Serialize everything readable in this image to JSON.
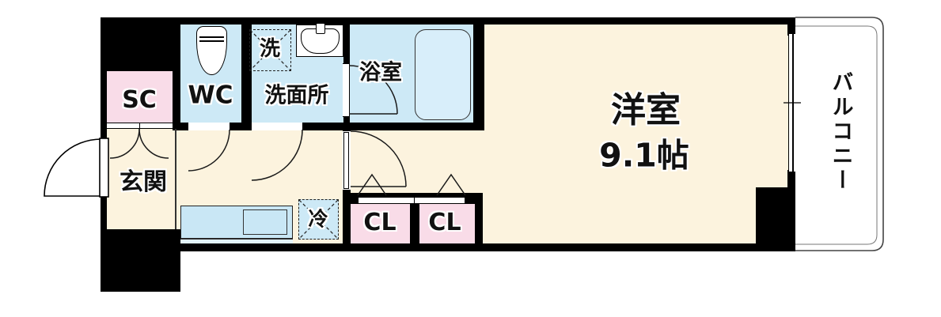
{
  "floorplan": {
    "type": "japanese-apartment-floorplan",
    "rooms": {
      "shoe_closet": {
        "label": "SC"
      },
      "toilet": {
        "label": "WC"
      },
      "washer": {
        "label": "洗"
      },
      "washroom": {
        "label": "洗面所"
      },
      "bathroom": {
        "label": "浴室"
      },
      "entrance": {
        "label": "玄関"
      },
      "refrigerator": {
        "label": "冷"
      },
      "closet1": {
        "label": "CL"
      },
      "closet2": {
        "label": "CL"
      },
      "western_room": {
        "label": "洋室",
        "size": "9.1帖"
      },
      "balcony": {
        "label": "バルコニー"
      }
    },
    "colors": {
      "room_cream": "#fcf3de",
      "wet_area_blue": "#cde9f6",
      "storage_pink": "#f9dce8",
      "wall_black": "#000000",
      "fixture_white": "#ffffff"
    }
  }
}
